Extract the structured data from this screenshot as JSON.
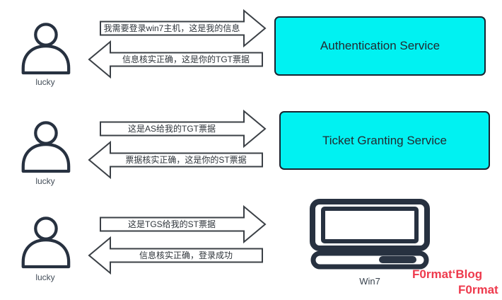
{
  "rows": [
    {
      "actor": "lucky",
      "request": "我需要登录win7主机，这是我的信息",
      "response": "信息核实正确，这是你的TGT票据",
      "target": "Authentication Service"
    },
    {
      "actor": "lucky",
      "request": "这是AS给我的TGT票据",
      "response": "票据核实正确，这是你的ST票据",
      "target": "Ticket Granting Service"
    },
    {
      "actor": "lucky",
      "request": "这是TGS给我的ST票据",
      "response": "信息核实正确，登录成功",
      "target": "Win7"
    }
  ],
  "watermark": {
    "line1": "F0rmat‘Blog",
    "line2": "F0rmat"
  },
  "colors": {
    "service_box_fill": "#00f2f2",
    "service_box_border": "#182430",
    "outline_dark": "#273140",
    "arrow_stroke": "#3b4046",
    "watermark_red": "#ee3a4d"
  }
}
